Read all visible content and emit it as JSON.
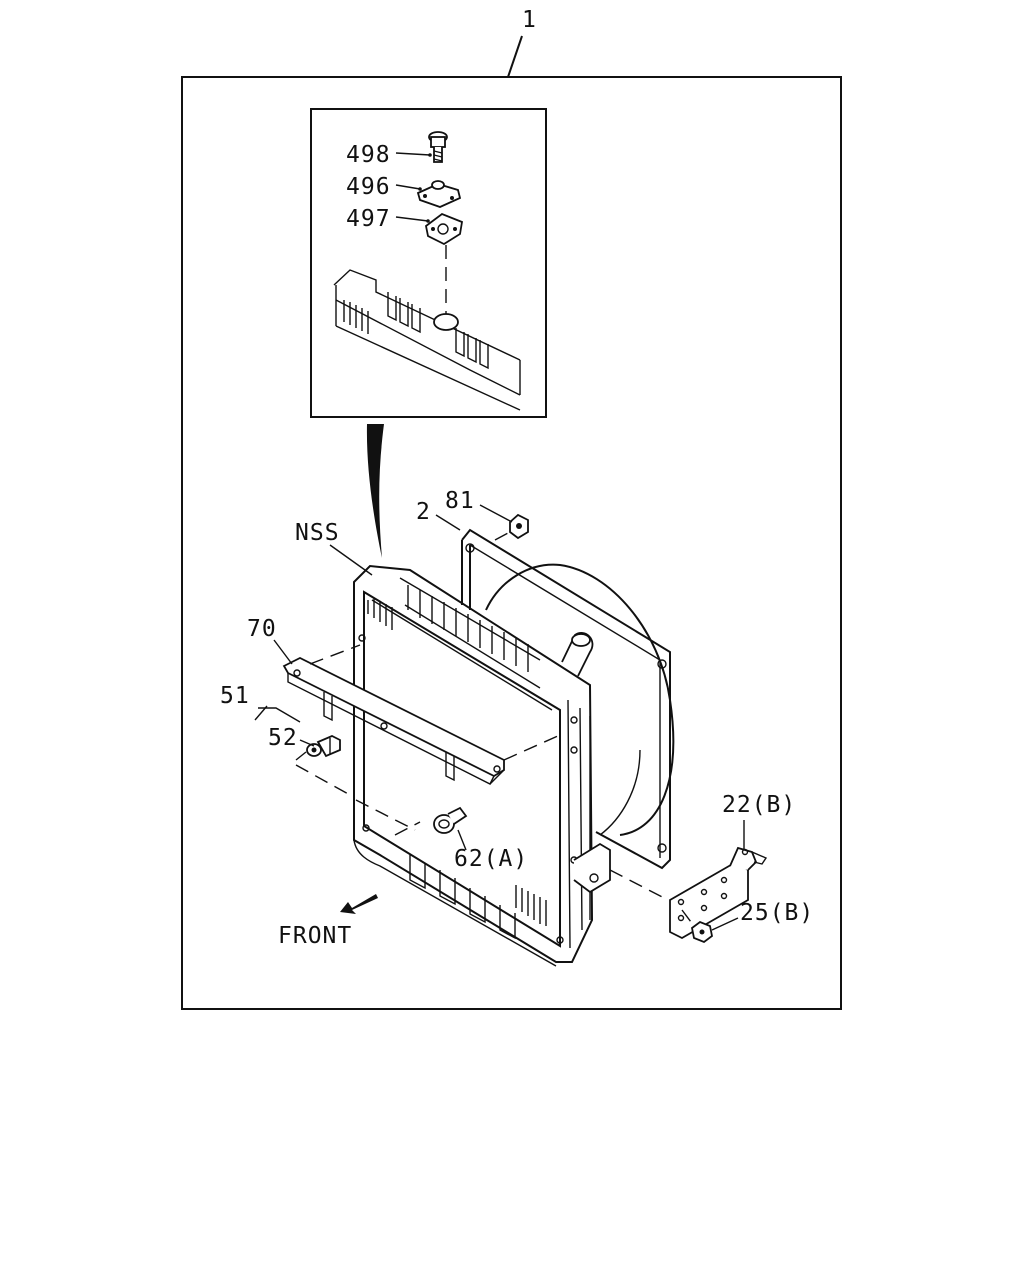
{
  "diagram": {
    "callouts": {
      "c1": "1",
      "c498": "498",
      "c496": "496",
      "c497": "497",
      "c81": "81",
      "c2": "2",
      "cNSS": "NSS",
      "c70": "70",
      "c51": "51",
      "c52": "52",
      "c62": "62(A)",
      "c22": "22(B)",
      "c25": "25(B)"
    },
    "direction_label": "FRONT"
  }
}
